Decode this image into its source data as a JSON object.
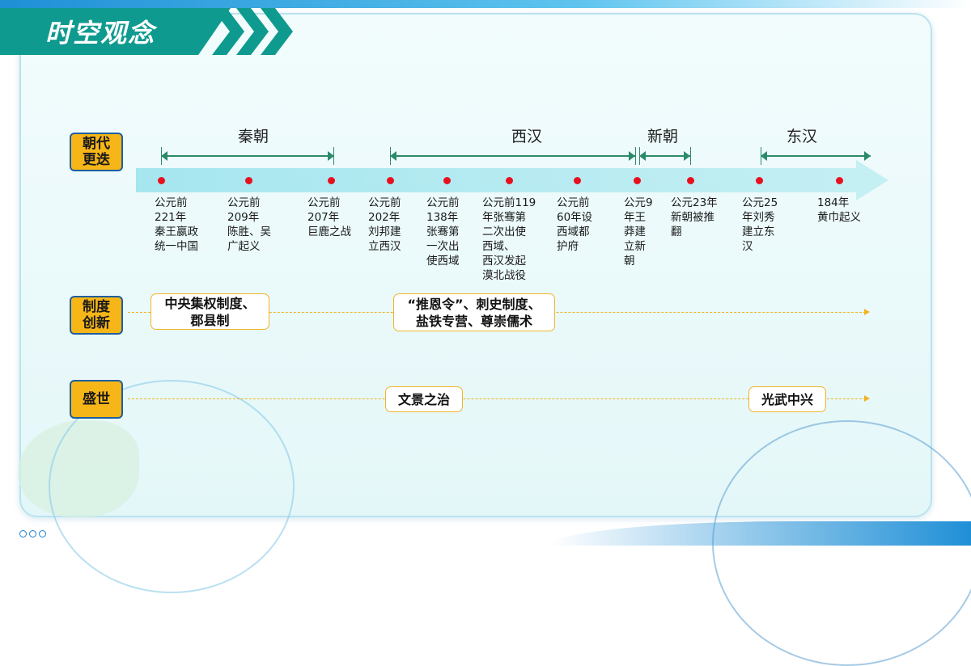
{
  "title": "时空观念",
  "rows": {
    "dynasty": "朝代\n更迭",
    "system": "制度\n创新",
    "golden": "盛世"
  },
  "dynasties": [
    "秦朝",
    "西汉",
    "新朝",
    "东汉"
  ],
  "events": [
    "公元前\n221年\n秦王嬴政\n统一中国",
    "公元前\n209年\n陈胜、吴\n广起义",
    "公元前\n207年\n巨鹿之战",
    "公元前\n202年\n刘邦建\n立西汉",
    "公元前\n138年\n张骞第\n一次出\n使西域",
    "公元前119\n年张骞第\n二次出使\n西域、\n西汉发起\n漠北战役",
    "公元前\n60年设\n西域都\n护府",
    "公元9\n年王\n莽建\n立新\n朝",
    "公元23年\n新朝被推\n翻",
    "公元25\n年刘秀\n建立东\n汉",
    "184年\n黄巾起义"
  ],
  "systems": [
    "中央集权制度、\n郡县制",
    "“推恩令”、刺史制度、\n盐铁专营、尊崇儒术"
  ],
  "golden_ages": [
    "文景之治",
    "光武中兴"
  ],
  "colors": {
    "accent": "#0f9a8f",
    "label_fill": "#f7b618",
    "event_dot": "#e8101e",
    "timeline": "#a6e6ef"
  }
}
